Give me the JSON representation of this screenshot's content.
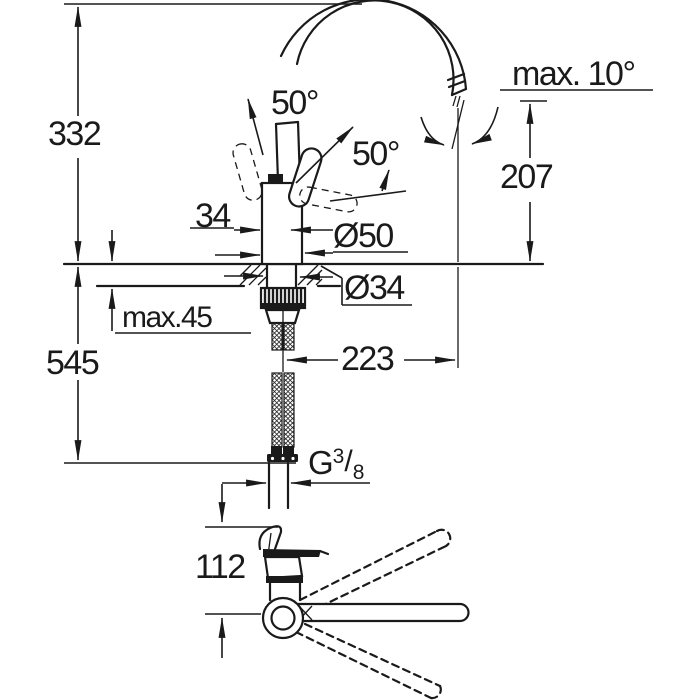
{
  "colors": {
    "ink": "#1a1a1a",
    "background": "#ffffff"
  },
  "labels": {
    "total_height": "332",
    "below_counter": "545",
    "counter_thickness": "max.45",
    "body_width": "34",
    "base_diameter": "Ø50",
    "hole_diameter": "Ø34",
    "spout_reach": "223",
    "outlet_height": "207",
    "outlet_tilt": "max. 10°",
    "lever_angle_front": "50°",
    "lever_angle_side": "50°",
    "handle_offset": "112",
    "thread": {
      "prefix": "G",
      "numerator": "3",
      "slash": "/",
      "denominator": "8"
    }
  }
}
